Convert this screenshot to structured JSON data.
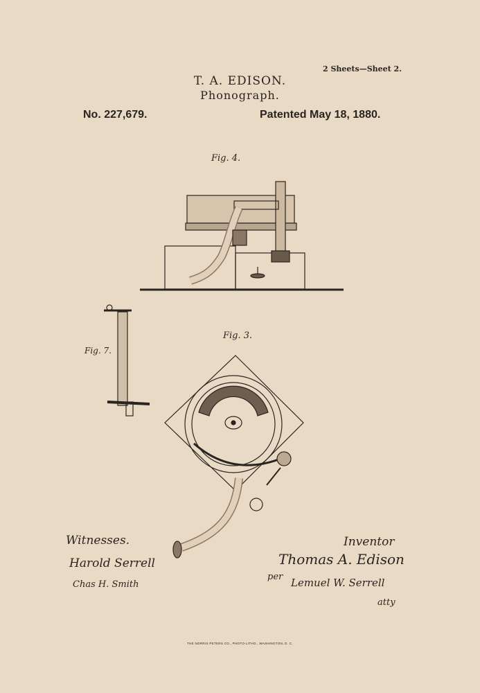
{
  "header": {
    "sheets": "2 Sheets—Sheet 2.",
    "inventor": "T. A. EDISON.",
    "title": "Phonograph.",
    "patent_number": "No. 227,679.",
    "patent_date": "Patented May 18, 1880."
  },
  "figures": {
    "fig4_label": "Fig. 4.",
    "fig3_label": "Fig. 3.",
    "fig7_label": "Fig. 7."
  },
  "signatures": {
    "witnesses_label": "Witnesses.",
    "witness_1": "Harold Serrell",
    "witness_2": "Chas H. Smith",
    "inventor_label": "Inventor",
    "inventor_signature": "Thomas A. Edison",
    "per": "per",
    "attorney": "Lemuel W. Serrell",
    "atty": "atty"
  },
  "footer": {
    "printer": "THE NORRIS PETERS CO., PHOTO-LITHO., WASHINGTON, D. C."
  },
  "colors": {
    "paper": "#e9dac6",
    "ink": "#2a2420"
  }
}
